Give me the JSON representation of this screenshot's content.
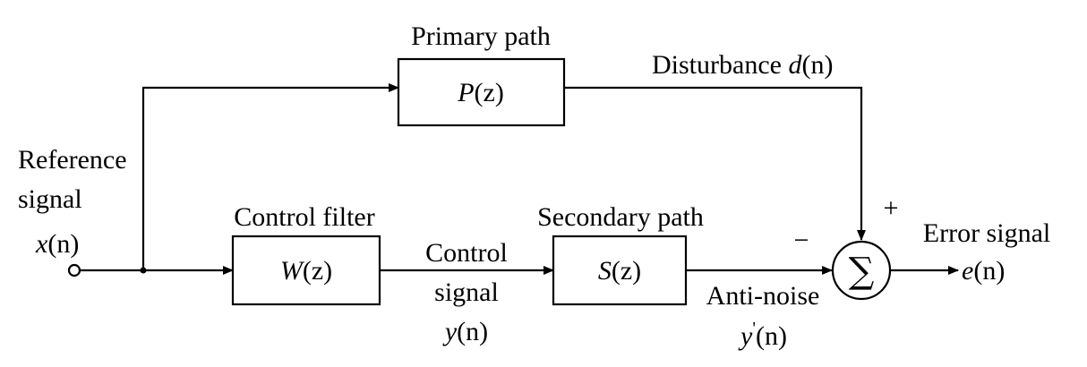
{
  "blocks": {
    "primary": {
      "title": "Primary path",
      "fn": "P",
      "arg": "(z)"
    },
    "control": {
      "title": "Control filter",
      "fn": "W",
      "arg": "(z)"
    },
    "secondary": {
      "title": "Secondary path",
      "fn": "S",
      "arg": "(z)"
    }
  },
  "signals": {
    "reference": {
      "line1": "Reference",
      "line2": "signal",
      "var": "x",
      "arg": "(n)"
    },
    "disturbance": {
      "label": "Disturbance",
      "var": "d",
      "arg": "(n)"
    },
    "control": {
      "line1": "Control",
      "line2": "signal",
      "var": "y",
      "arg": "(n)"
    },
    "antinoise": {
      "label": "Anti-noise",
      "var": "y",
      "prime": "'",
      "arg": "(n)"
    },
    "error": {
      "label": "Error signal",
      "var": "e",
      "arg": "(n)"
    }
  },
  "summing": {
    "symbol": "∑",
    "plus": "+",
    "minus": "−"
  }
}
